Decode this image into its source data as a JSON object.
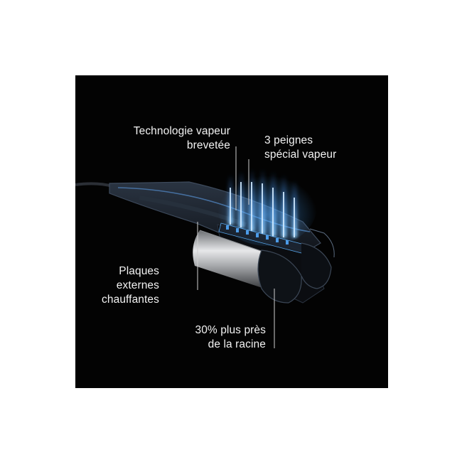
{
  "image": {
    "subject": "steam hair straightener",
    "background": "#030303",
    "page_background": "#ffffff",
    "accent_color": "#5fb4ff"
  },
  "callouts": {
    "steam_technology": {
      "line1": "Technologie vapeur",
      "line2": "brevetée"
    },
    "steam_combs": {
      "line1": "3 peignes",
      "line2": "spécial vapeur"
    },
    "heating_plates": {
      "line1": "Plaques",
      "line2": "externes",
      "line3": "chauffantes"
    },
    "closer_to_root": {
      "line1": "30% plus près",
      "line2": "de la racine"
    }
  }
}
